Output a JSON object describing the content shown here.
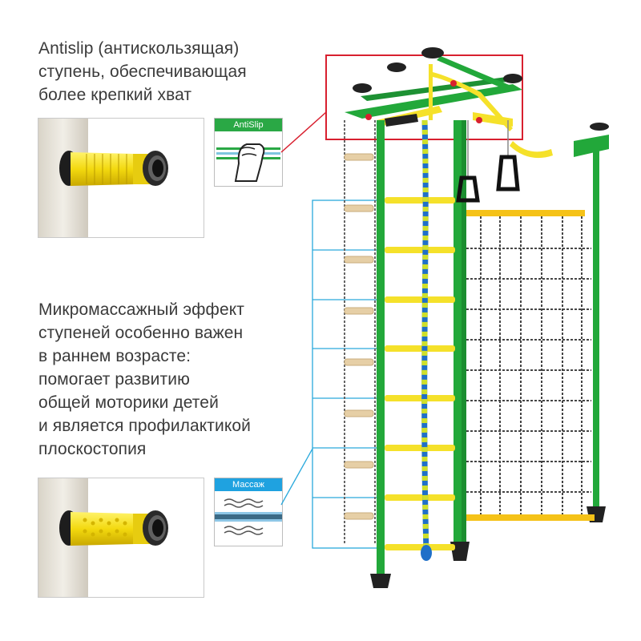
{
  "captions": {
    "antislip": "Antislip (антискользящая)\nступень, обеспечивающая\nболее крепкий хват",
    "massage": "Микромассажный эффект\nступеней особенно важен\nв раннем возрасте:\nпомогает развитию\nобщей моторики детей\nи является профилактикой\nплоскостопия"
  },
  "badges": {
    "antislip": "AntiSlip",
    "massage": "Массаж"
  },
  "icons": {
    "antislip": "fist-grip-icon",
    "massage": "wave-massage-icon"
  },
  "colors": {
    "frame_green": "#22a83a",
    "rung_yellow": "#f5e12a",
    "callout_red": "#d8202f",
    "callout_blue": "#2aa9dc",
    "net_rope": "#3a3a3a",
    "massage_blue": "#1fa2e0"
  }
}
